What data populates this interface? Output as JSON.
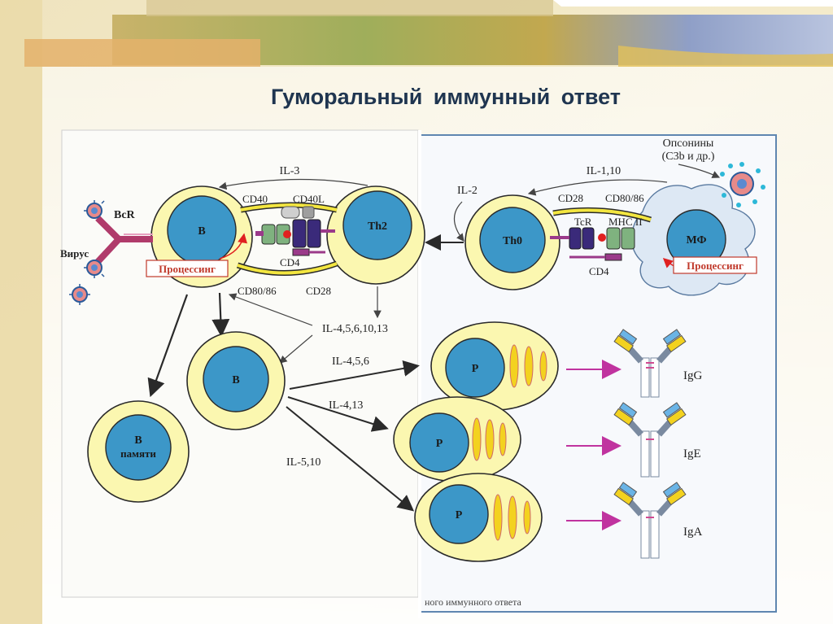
{
  "slide": {
    "title": "Гуморальный  иммунный  ответ"
  },
  "diagram": {
    "cells": {
      "b_main": "B",
      "th2": "Th2",
      "th0": "Th0",
      "macrophage": "МФ",
      "b_mid": "B",
      "b_memory_1": "B",
      "b_memory_2": "памяти",
      "plasma_1": "P",
      "plasma_2": "P",
      "plasma_3": "P"
    },
    "labels": {
      "il3": "IL-3",
      "il2": "IL-2",
      "il110": "IL-1,10",
      "opsonins_1": "Опсонины",
      "opsonins_2": "(C3b и др.)",
      "bcr": "BcR",
      "virus": "Вирус",
      "cd40": "CD40",
      "cd40l": "CD40L",
      "cd4_left": "CD4",
      "cd80_86_left": "CD80/86",
      "cd28_left": "CD28",
      "cd28_right": "CD28",
      "cd80_86_right": "CD80/86",
      "tcr": "TcR",
      "mhc2": "MHC II",
      "cd4_right": "CD4",
      "processing_left": "Процессинг",
      "processing_right": "Процессинг",
      "il_main": "IL-4,5,6,10,13",
      "il456": "IL-4,5,6",
      "il413": "IL-4,13",
      "il510": "IL-5,10",
      "igg": "IgG",
      "ige": "IgE",
      "iga": "IgA",
      "caption_fragment": "ного иммунного ответа"
    },
    "colors": {
      "cell_membrane": "#fbf7b0",
      "nucleus": "#3c97c8",
      "outline": "#2a2a2a",
      "arrow_magenta": "#c0339f",
      "panel_border": "#5f86b0",
      "title_text": "#1f3550"
    }
  }
}
